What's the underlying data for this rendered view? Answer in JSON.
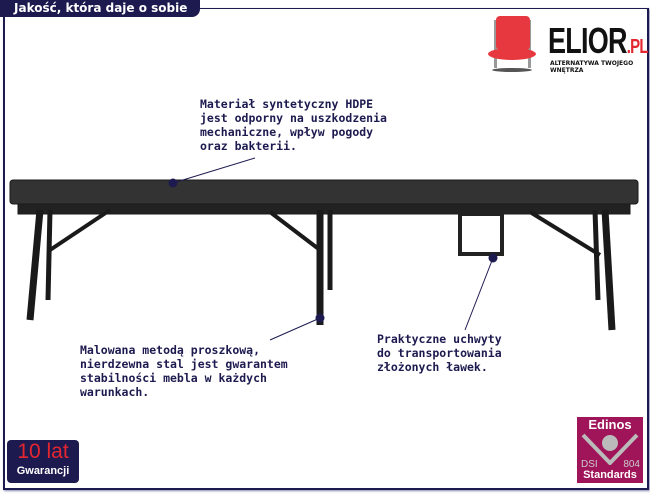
{
  "header": {
    "tagline": "Jakość, która daje o sobie znać!"
  },
  "logo": {
    "brand": "ELIOR",
    "brand_suffix": ".PL",
    "slogan": "ALTERNATYWA TWOJEGO WNĘTRZA"
  },
  "annotations": [
    {
      "text": "Materiał syntetyczny HDPE\njest odporny na uszkodzenia\nmechaniczne, wpływ pogody\noraz bakterii."
    },
    {
      "text": "Malowana metodą proszkową,\nnierdzewna stal jest gwarantem\nstabilności mebla w każdych\nwarunkach."
    },
    {
      "text": "Praktyczne uchwyty\ndo transportowania\nzłożonych ławek."
    }
  ],
  "badges": {
    "warranty_years": "10 lat",
    "warranty_label": "Gwarancji",
    "cert_name": "Edinos",
    "cert_left": "DSI",
    "cert_right": "804",
    "cert_bottom": "Standards"
  },
  "colors": {
    "navy": "#1d1a4f",
    "red": "#e3262f",
    "magenta": "#a0155a"
  }
}
